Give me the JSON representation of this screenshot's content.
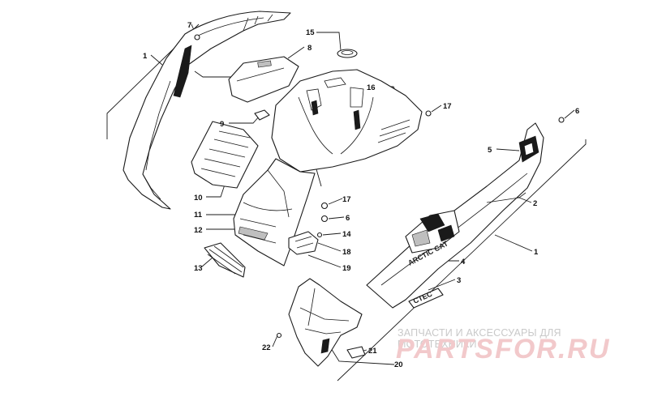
{
  "callouts": [
    {
      "id": "c1a",
      "label": "1"
    },
    {
      "id": "c7",
      "label": "7"
    },
    {
      "id": "c15",
      "label": "15"
    },
    {
      "id": "c8",
      "label": "8"
    },
    {
      "id": "c16",
      "label": "16"
    },
    {
      "id": "c17a",
      "label": "17"
    },
    {
      "id": "c6a",
      "label": "6"
    },
    {
      "id": "c9",
      "label": "9"
    },
    {
      "id": "c5",
      "label": "5"
    },
    {
      "id": "c10",
      "label": "10"
    },
    {
      "id": "c2",
      "label": "2"
    },
    {
      "id": "c11",
      "label": "11"
    },
    {
      "id": "c17b",
      "label": "17"
    },
    {
      "id": "c6b",
      "label": "6"
    },
    {
      "id": "c12",
      "label": "12"
    },
    {
      "id": "c14",
      "label": "14"
    },
    {
      "id": "c1b",
      "label": "1"
    },
    {
      "id": "c18",
      "label": "18"
    },
    {
      "id": "c13",
      "label": "13"
    },
    {
      "id": "c4",
      "label": "4"
    },
    {
      "id": "c19",
      "label": "19"
    },
    {
      "id": "c3",
      "label": "3"
    },
    {
      "id": "c22",
      "label": "22"
    },
    {
      "id": "c21",
      "label": "21"
    },
    {
      "id": "c20",
      "label": "20"
    }
  ],
  "decal": {
    "brand_text": "ARCTIC CAT",
    "model_text": "CTEC"
  },
  "watermark": {
    "subtitle": "ЗАПЧАСТИ И АКСЕССУАРЫ ДЛЯ МОТОТЕХНИКИ",
    "brand": "PARTSFOR.RU"
  },
  "colors": {
    "line": "#1a1a1a",
    "watermark_red": "#f2c9cb",
    "watermark_grey": "#c9c9c9"
  }
}
